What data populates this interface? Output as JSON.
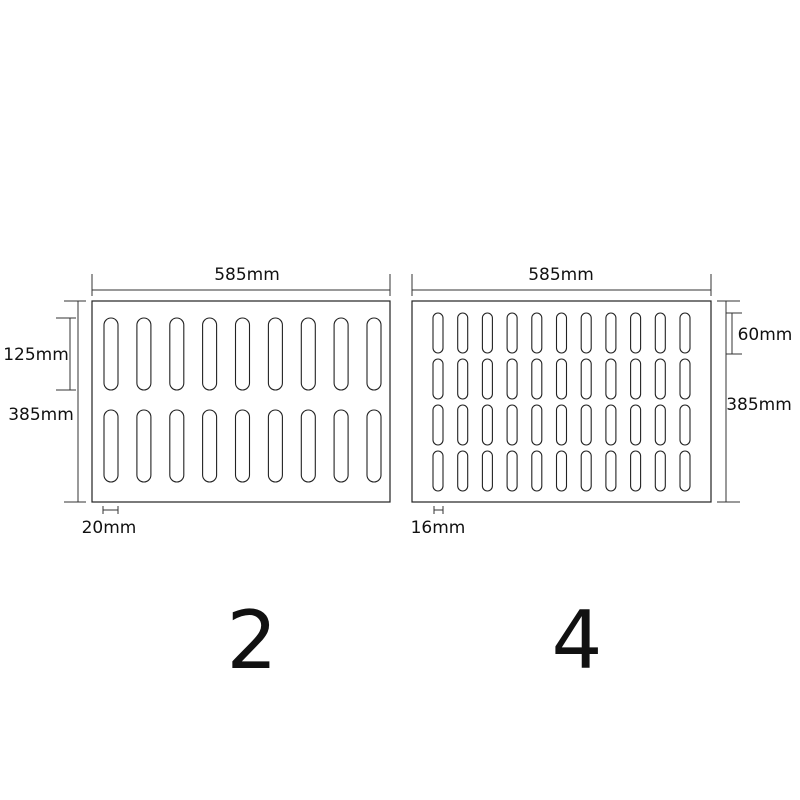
{
  "panels": [
    {
      "id": "two-row",
      "width_label": "585mm",
      "height_label": "385mm",
      "slot_length_label": "125mm",
      "margin_label": "20mm",
      "caption": "2",
      "rows": 2,
      "cols": 9
    },
    {
      "id": "four-row",
      "width_label": "585mm",
      "height_label": "385mm",
      "slot_length_label": "60mm",
      "margin_label": "16mm",
      "caption": "4",
      "rows": 4,
      "cols": 11
    }
  ]
}
